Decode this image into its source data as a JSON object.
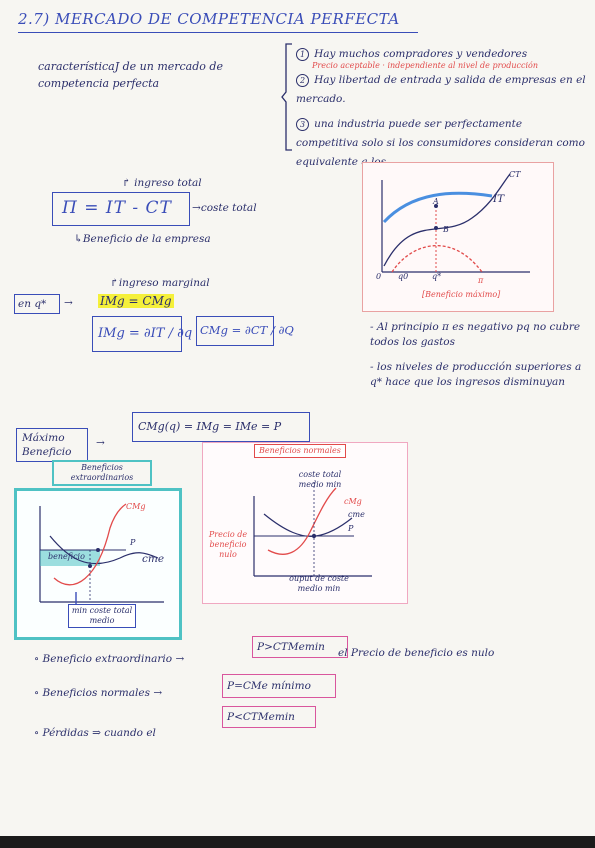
{
  "title": "2.7) MERCADO DE COMPETENCIA PERFECTA",
  "characteristics": {
    "heading": "característicaJ de un mercado de competencia perfecta",
    "items": [
      {
        "num": "1",
        "text": "Hay muchos compradores y vendedores",
        "note": "Precio aceptable · independiente al nivel de producción"
      },
      {
        "num": "2",
        "text": "Hay libertad de entrada y salida de empresas en el mercado."
      },
      {
        "num": "3",
        "text": "una industria puede ser perfectamente competitiva solo si los consumidores consideran como equivalente a los"
      }
    ]
  },
  "profit_formula": {
    "formula": "Π = IT - CT",
    "top_label": "ingreso total",
    "right_label": "coste total",
    "bottom_label": "Beneficio de la empresa"
  },
  "marginal": {
    "left_label": "en q*",
    "top_label": "ingreso marginal",
    "equation": "IMg = CMg",
    "img_formula": "IMg = ∂IT / ∂q",
    "cmg_formula": "CMg = ∂CT / ∂Q"
  },
  "graph_top_right": {
    "labels": {
      "ct": "CT",
      "it": "IT",
      "a": "A",
      "b": "B",
      "origin": "0",
      "q0": "q0",
      "qstar": "q*",
      "pi": "π",
      "pi_note": "[Beneficio máximo]"
    }
  },
  "notes_right": [
    "- Al principio π es negativo pq no cubre todos los gastos",
    "- los niveles de producción superiores a q* hace que los ingresos disminuyan"
  ],
  "max_benefit": {
    "label": "Máximo Beneficio",
    "equation": "CMg(q) = IMg = IMe = P"
  },
  "graph_extra": {
    "title": "Beneficios extraordinarios",
    "labels": {
      "cmg": "CMg",
      "p": "P",
      "cme": "cme",
      "benef": "beneficio",
      "min": "min coste total medio"
    }
  },
  "graph_normal": {
    "title": "Beneficios normales",
    "labels": {
      "ctmm": "coste total medio min",
      "cmg": "cMg",
      "cme": "cme",
      "p": "P",
      "price": "Precio de beneficio nulo",
      "out": "ouput de coste medio min"
    }
  },
  "bullets": [
    {
      "text": "Beneficio extraordinario",
      "box": "P>CTMemin",
      "extra": ""
    },
    {
      "text": "Beneficios normales",
      "box": "P=CMe mínimo",
      "extra": "el Precio de beneficio es nulo"
    },
    {
      "text": "Pérdidas",
      "mid": "cuando el",
      "box": "P<CTMemin",
      "extra": ""
    }
  ],
  "colors": {
    "ink": "#2b2f6b",
    "blue": "#3a4db8",
    "red": "#e24b4b",
    "pink": "#d9569d",
    "teal": "#4fc2c4",
    "yellow": "#f5f03a",
    "light_blue": "#4a8fe0"
  }
}
